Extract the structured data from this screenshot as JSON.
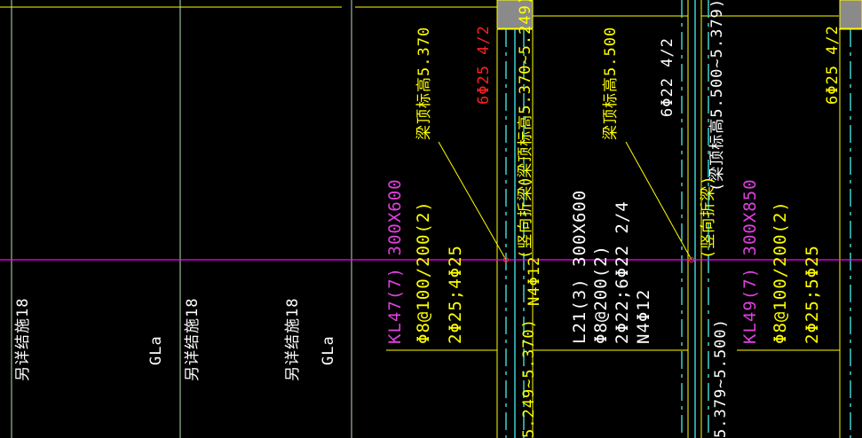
{
  "colors": {
    "background": "#000000",
    "axis_line": "#ff00ff",
    "grid_line": "#b8e0b0",
    "yellow": "#ffff00",
    "magenta": "#e040e0",
    "white": "#ffffff",
    "red": "#ff2020",
    "cyan": "#40e0e0",
    "column_fill": "#8a8a8a"
  },
  "left_notes": {
    "note_1": "另详结施18",
    "note_2": "另详结施18",
    "note_3": "另详结施18",
    "label_gla_1": "GLa",
    "label_gla_2": "GLa"
  },
  "beam_kl47": {
    "name": "KL47(7) 300X600",
    "stirrup": "Φ8@100/200(2)",
    "rebar": "2Φ25;4Φ25",
    "top_rebar": "6Φ25 4/2",
    "elevation_note": "梁顶标高5.370",
    "range_note": "(梁顶标高5.370~5.249)",
    "vertical_label": "(竖向折梁)",
    "torsion": "N4Φ12",
    "bottom_elevation": "5.249~5.370)"
  },
  "beam_l21": {
    "name": "L21(3) 300X600",
    "stirrup": "Φ8@200(2)",
    "rebar": "2Φ22;6Φ22 2/4",
    "torsion": "N4Φ12",
    "top_rebar": "6Φ22 4/2",
    "elevation_note": "梁顶标高5.500",
    "range_note": "(梁顶标高5.500~5.379)",
    "vertical_label": "(竖向折梁)",
    "bottom_elevation": "5.379~5.500)"
  },
  "beam_kl49": {
    "name": "KL49(7) 300X850",
    "stirrup": "Φ8@100/200(2)",
    "rebar": "2Φ25;5Φ25",
    "top_rebar": "6Φ25 4/2"
  }
}
